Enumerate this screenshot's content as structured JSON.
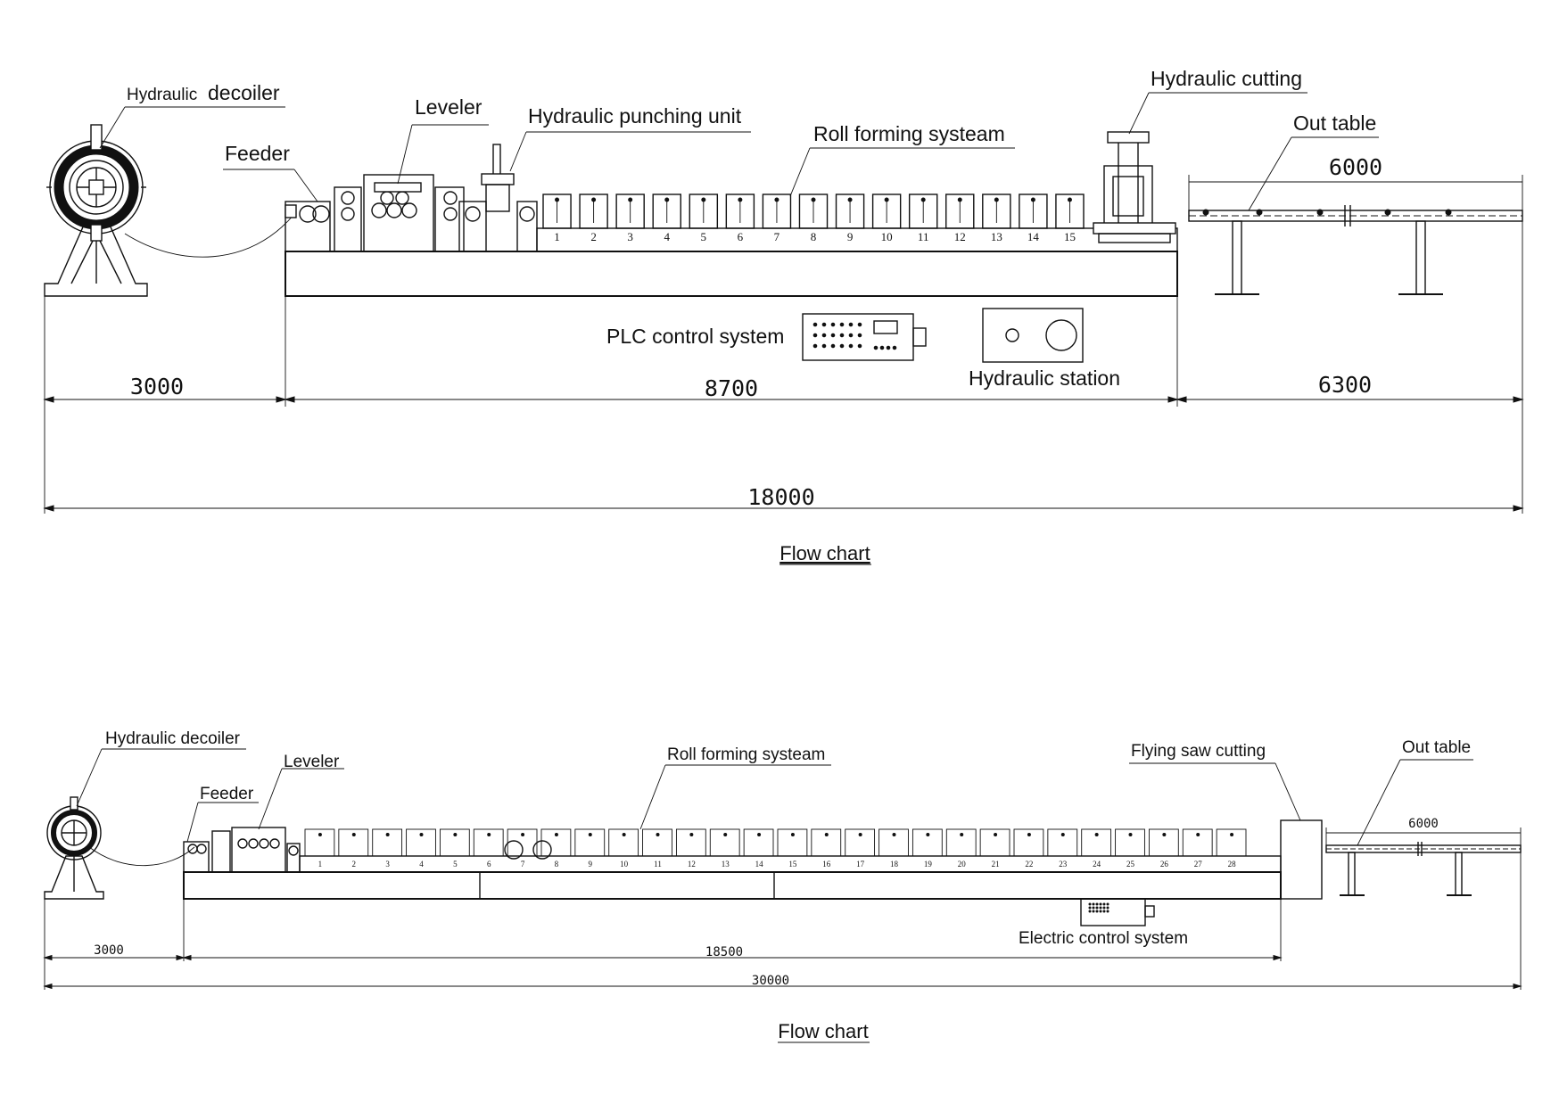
{
  "diagram_top": {
    "labels": {
      "decoiler_prefix": "Hydraulic",
      "decoiler_main": "decoiler",
      "feeder": "Feeder",
      "leveler": "Leveler",
      "punching": "Hydraulic punching unit",
      "roll_forming": "Roll forming systeam",
      "cutting": "Hydraulic cutting",
      "out_table": "Out table",
      "plc": "PLC control system",
      "hydraulic_station": "Hydraulic station"
    },
    "dimensions": {
      "table_length": "6000",
      "decoiler_zone": "3000",
      "machine_zone": "8700",
      "table_zone": "6300",
      "total": "18000"
    },
    "stations": [
      "1",
      "2",
      "3",
      "4",
      "5",
      "6",
      "7",
      "8",
      "9",
      "10",
      "11",
      "12",
      "13",
      "14",
      "15"
    ],
    "caption": "Flow chart"
  },
  "diagram_bottom": {
    "labels": {
      "decoiler": "Hydraulic decoiler",
      "leveler": "Leveler",
      "feeder": "Feeder",
      "roll_forming": "Roll forming systeam",
      "flying_saw": "Flying saw cutting",
      "out_table": "Out table",
      "electric": "Electric control system"
    },
    "dimensions": {
      "table_length": "6000",
      "decoiler_zone": "3000",
      "machine_zone": "18500",
      "total": "30000"
    },
    "stations": [
      "1",
      "2",
      "3",
      "4",
      "5",
      "6",
      "7",
      "8",
      "9",
      "10",
      "11",
      "12",
      "13",
      "14",
      "15",
      "16",
      "17",
      "18",
      "19",
      "20",
      "21",
      "22",
      "23",
      "24",
      "25",
      "26",
      "27",
      "28"
    ],
    "caption": "Flow chart"
  }
}
